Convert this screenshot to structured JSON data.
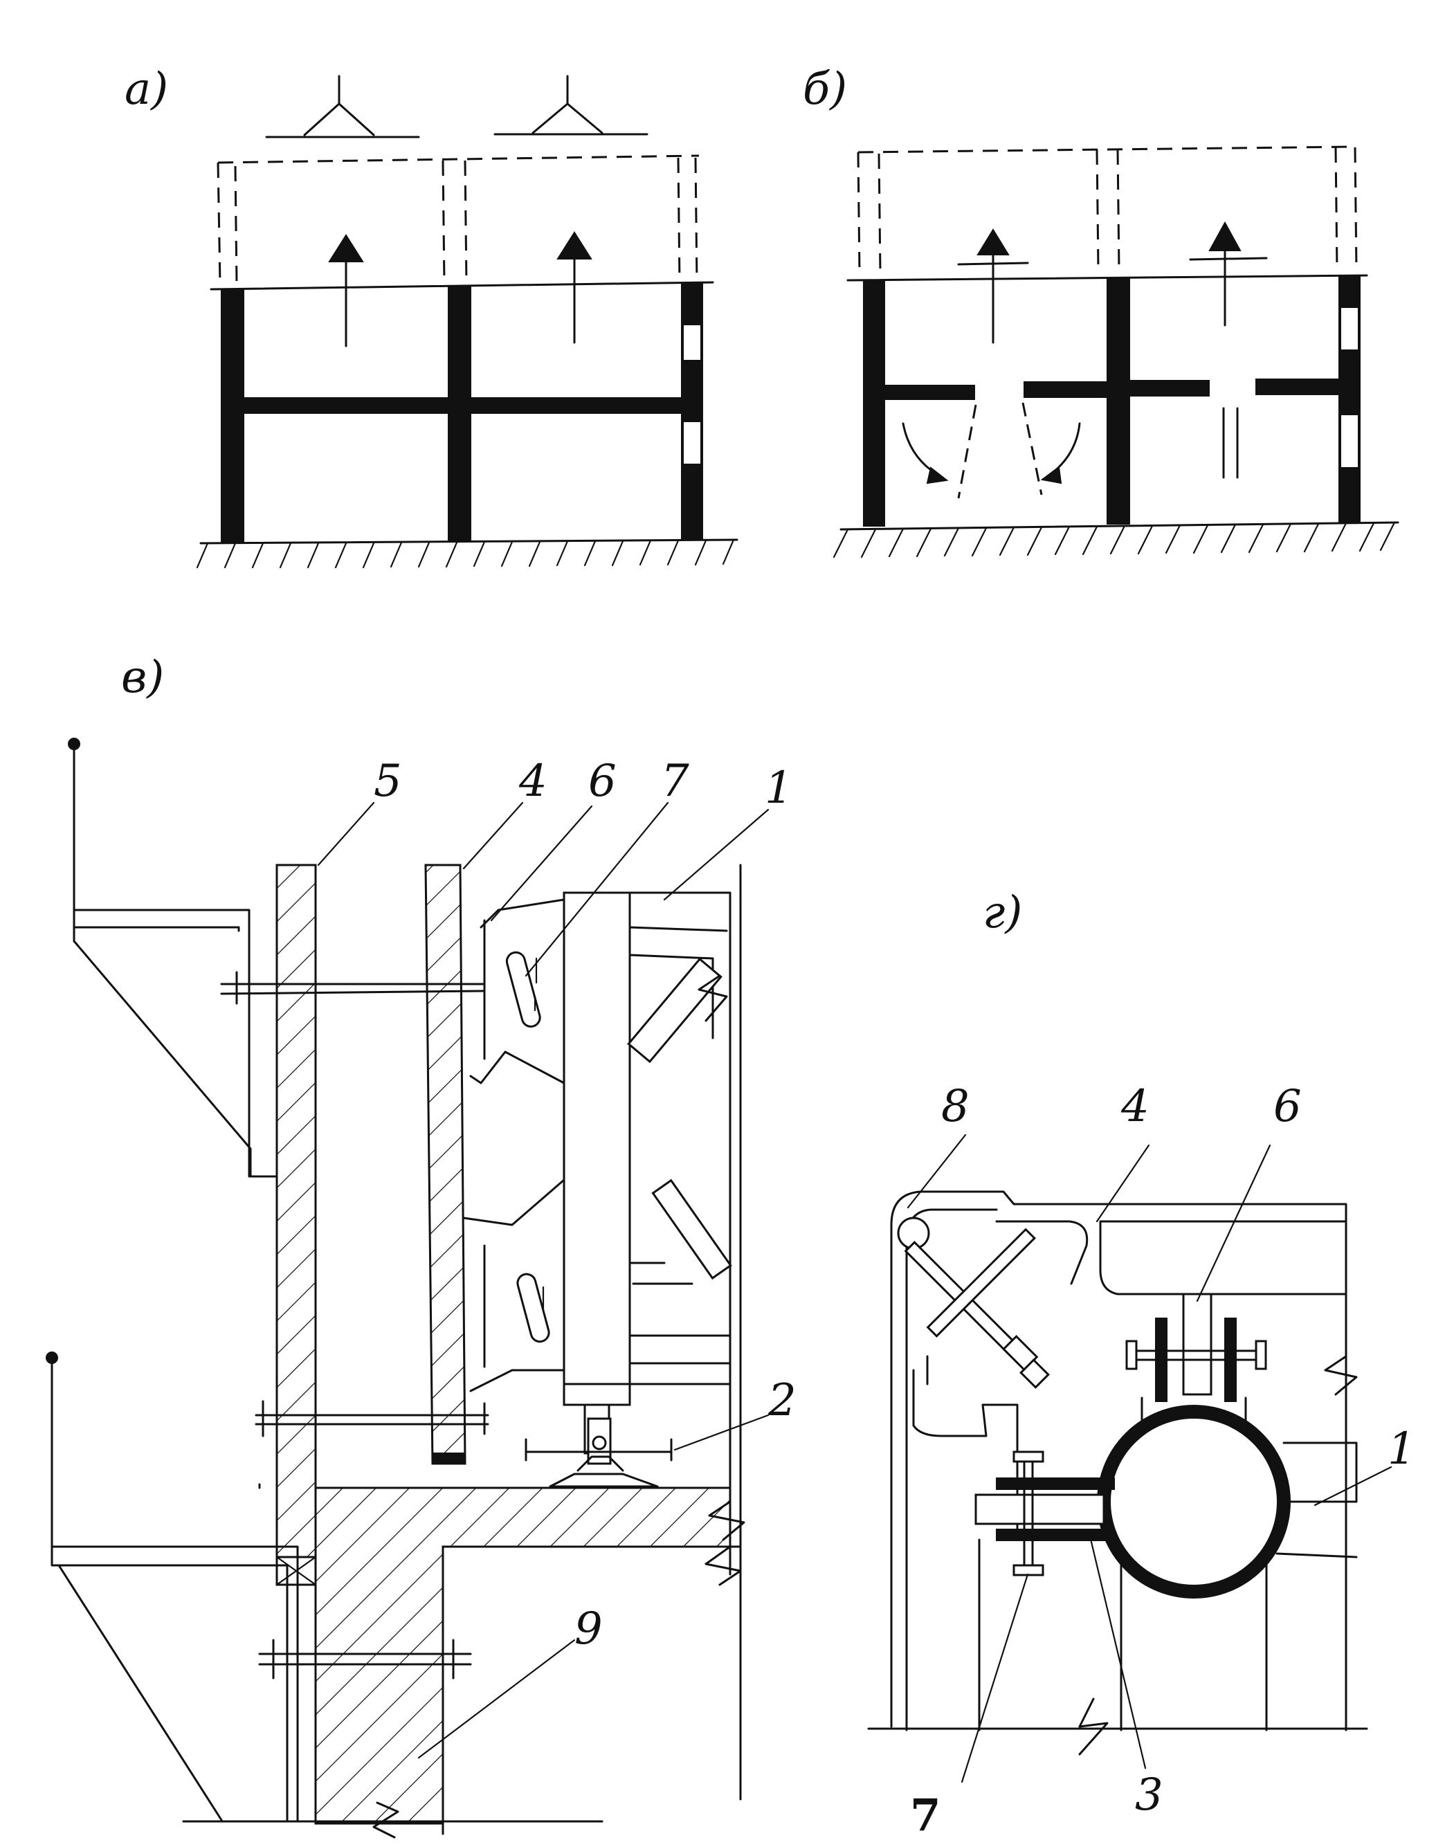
{
  "figure": {
    "panels": [
      {
        "id": "a",
        "label": "а)"
      },
      {
        "id": "b",
        "label": "б)"
      },
      {
        "id": "v",
        "label": "в)"
      },
      {
        "id": "g",
        "label": "г)"
      }
    ],
    "callouts_v": [
      "5",
      "4",
      "6",
      "7",
      "1",
      "2",
      "9"
    ],
    "callouts_g": [
      "8",
      "4",
      "6",
      "1",
      "3",
      "7"
    ]
  }
}
